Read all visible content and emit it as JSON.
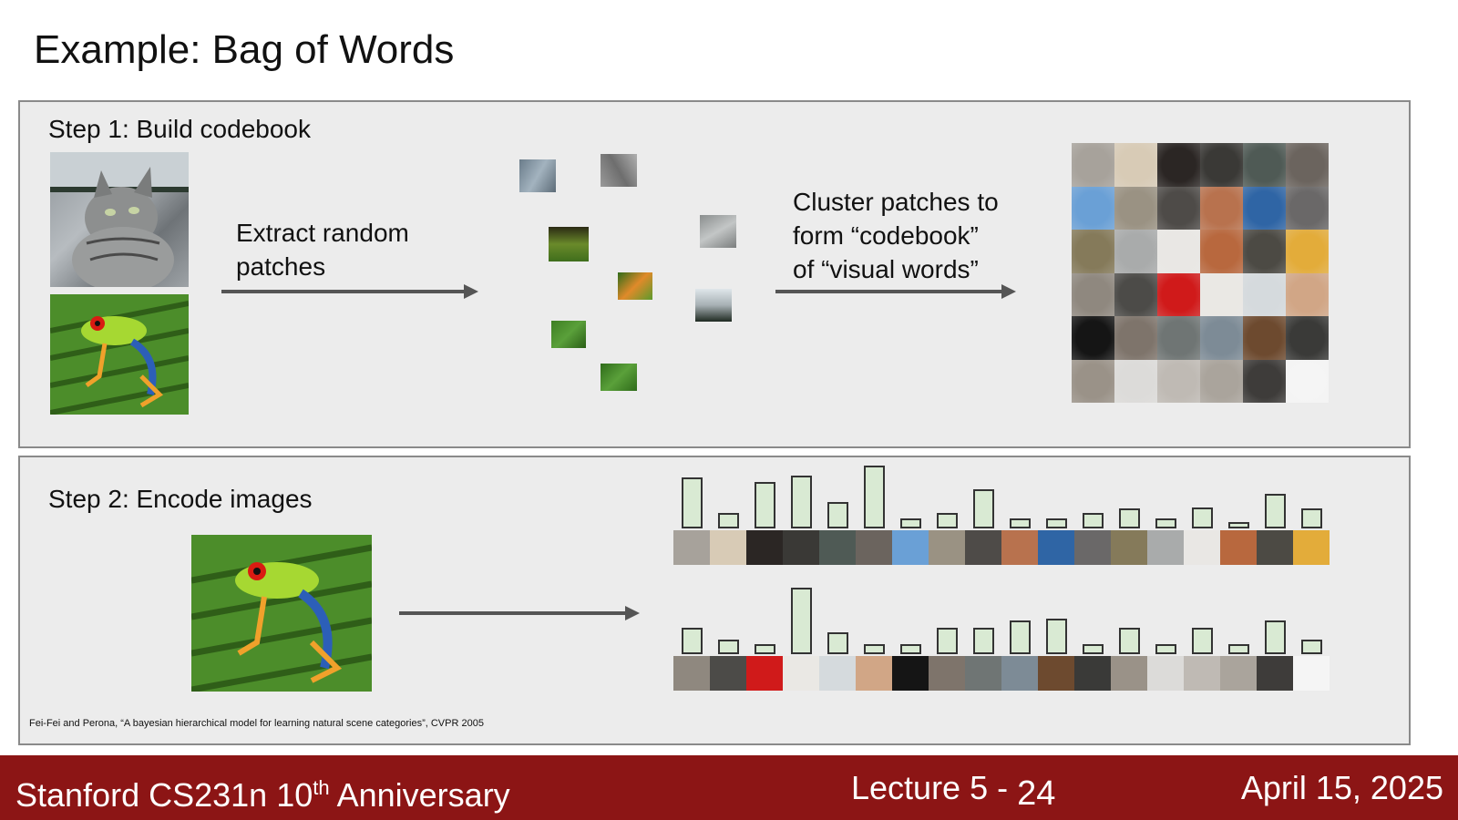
{
  "title": "Example: Bag of Words",
  "step1": {
    "label": "Step 1: Build codebook",
    "extract_text": "Extract random\npatches",
    "cluster_text": "Cluster patches to\nform “codebook”\nof “visual words”"
  },
  "step2": {
    "label": "Step 2: Encode images"
  },
  "codebook_colors": [
    "#a7a29b",
    "#d8cbb6",
    "#2b2624",
    "#3a3936",
    "#4f5a55",
    "#6b645e",
    "#6aa0d6",
    "#9a9283",
    "#4e4b48",
    "#b8724e",
    "#2f65a5",
    "#6a6868",
    "#857a5a",
    "#a9abab",
    "#e9e7e4",
    "#b8683e",
    "#4c4a44",
    "#e3ac3a",
    "#8f887f",
    "#4c4b48",
    "#d01a1a",
    "#eae8e4",
    "#d5dadd",
    "#d1a686",
    "#151515",
    "#7e746b",
    "#6f7574",
    "#7d8b96",
    "#6d4a2f",
    "#3a3a38",
    "#9a9288",
    "#dcdbd9",
    "#bfbab4",
    "#aaa49c",
    "#3e3c3a",
    "#f5f5f5"
  ],
  "histogram_cat": [
    52,
    16,
    47,
    53,
    27,
    64,
    10,
    16,
    40,
    10,
    10,
    16,
    20,
    10,
    21,
    6,
    35,
    20
  ],
  "histogram_frog": [
    27,
    15,
    10,
    67,
    22,
    10,
    10,
    27,
    27,
    34,
    36,
    10,
    27,
    10,
    27,
    10,
    34,
    15
  ],
  "citation": "Fei-Fei and Perona, “A bayesian hierarchical model for learning natural scene categories”, CVPR 2005",
  "footer": {
    "course": "Stanford CS231n 10",
    "course_sup": "th",
    "anniversary": " Anniversary",
    "lecture": "Lecture 5 - ",
    "page": "24",
    "date": "April 15, 2025"
  }
}
